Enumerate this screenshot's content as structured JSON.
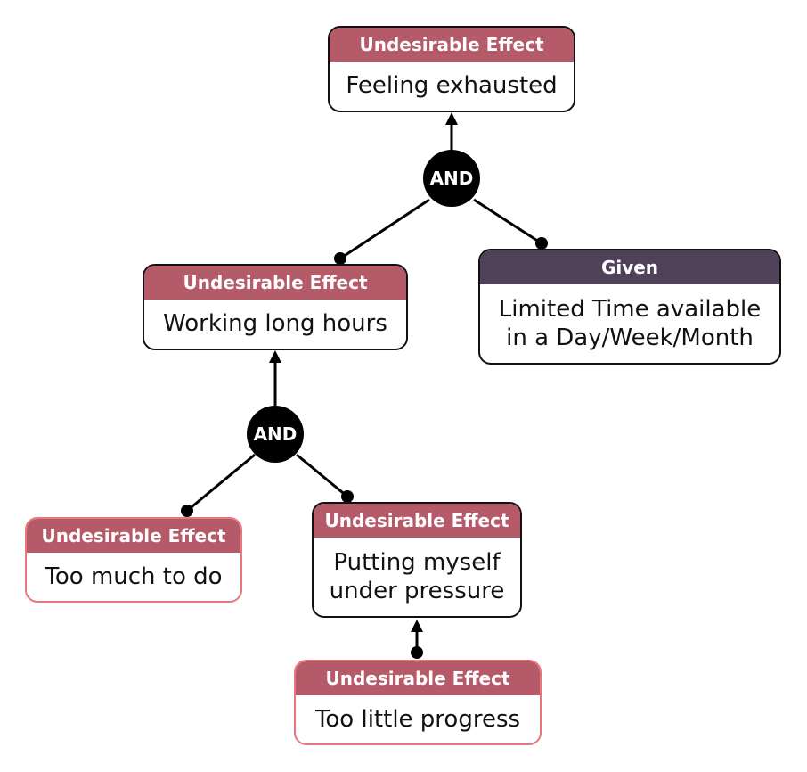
{
  "nodes": {
    "feeling_exhausted": {
      "category": "Undesirable Effect",
      "text": "Feeling exhausted"
    },
    "working_long_hours": {
      "category": "Undesirable Effect",
      "text": "Working long hours"
    },
    "limited_time": {
      "category": "Given",
      "text": "Limited Time available\nin a Day/Week/Month"
    },
    "too_much_to_do": {
      "category": "Undesirable Effect",
      "text": "Too much to do"
    },
    "putting_myself_under_pressure": {
      "category": "Undesirable Effect",
      "text": "Putting myself\nunder pressure"
    },
    "too_little_progress": {
      "category": "Undesirable Effect",
      "text": "Too little progress"
    }
  },
  "gates": {
    "and_top": {
      "label": "AND"
    },
    "and_bottom": {
      "label": "AND"
    }
  },
  "edges": [
    {
      "from": "and_top",
      "to": "feeling_exhausted"
    },
    {
      "from": "working_long_hours",
      "to": "and_top"
    },
    {
      "from": "limited_time",
      "to": "and_top"
    },
    {
      "from": "and_bottom",
      "to": "working_long_hours"
    },
    {
      "from": "too_much_to_do",
      "to": "and_bottom"
    },
    {
      "from": "putting_myself_under_pressure",
      "to": "and_bottom"
    },
    {
      "from": "too_little_progress",
      "to": "putting_myself_under_pressure"
    }
  ],
  "colors": {
    "undesirable_header": "#b55a68",
    "given_header": "#4e4158",
    "pink_border": "#e8767b",
    "dark_border": "#111111",
    "gate": "#000000"
  }
}
